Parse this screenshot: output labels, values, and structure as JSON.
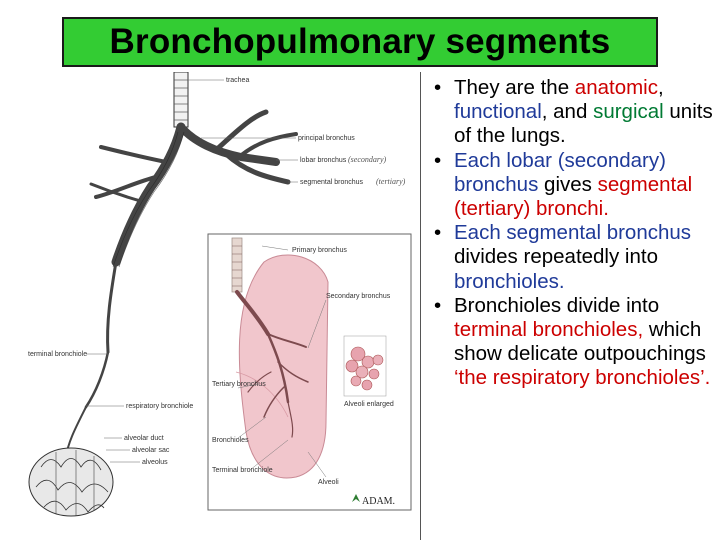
{
  "slide": {
    "title": "Bronchopulmonary segments",
    "colors": {
      "title_bg": "#33cc33",
      "red": "#cc0000",
      "blue": "#1f3a99",
      "green": "#007a33"
    }
  },
  "figure": {
    "labels": {
      "trachea": "trachea",
      "principal": "principal bronchus",
      "lobar": "lobar bronchus",
      "lobar_note": "(secondary)",
      "segmental": "segmental bronchus",
      "segmental_note": "(tertiary)",
      "terminal_bronchiole": "terminal bronchiole",
      "respiratory_bronchiole": "respiratory bronchiole",
      "alveolar_duct": "alveolar duct",
      "alveolar_sac": "alveolar sac",
      "alveolus": "alveolus",
      "primary_bronchus": "Primary bronchus",
      "secondary_bronchus": "Secondary bronchus",
      "tertiary_bronchus": "Tertiary bronchus",
      "bronchioles": "Bronchioles",
      "terminal_bronchiole_inset": "Terminal bronchiole",
      "alveoli": "Alveoli",
      "alveoli_enlarged": "Alveoli enlarged",
      "adam_logo": "ADAM."
    }
  },
  "bullets": [
    {
      "parts": [
        {
          "text": "They are the ",
          "color": "black"
        },
        {
          "text": "anatomic",
          "color": "red"
        },
        {
          "text": ", ",
          "color": "black"
        },
        {
          "text": "functional",
          "color": "blue"
        },
        {
          "text": ", and ",
          "color": "black"
        },
        {
          "text": "surgical",
          "color": "green"
        },
        {
          "text": " units of the lungs.",
          "color": "black"
        }
      ]
    },
    {
      "parts": [
        {
          "text": "Each lobar (secondary) bronchus",
          "color": "blue"
        },
        {
          "text": " gives ",
          "color": "black"
        },
        {
          "text": "segmental (tertiary) bronchi.",
          "color": "red"
        }
      ]
    },
    {
      "parts": [
        {
          "text": "Each segmental bronchus",
          "color": "blue"
        },
        {
          "text": " divides repeatedly into ",
          "color": "black"
        },
        {
          "text": "bronchioles.",
          "color": "blue"
        }
      ]
    },
    {
      "parts": [
        {
          "text": "Bronchioles divide into ",
          "color": "black"
        },
        {
          "text": "terminal bronchioles,",
          "color": "red"
        },
        {
          "text": " which show delicate outpouchings ",
          "color": "black"
        },
        {
          "text": "‘the respiratory bronchioles’.",
          "color": "red"
        }
      ]
    }
  ]
}
